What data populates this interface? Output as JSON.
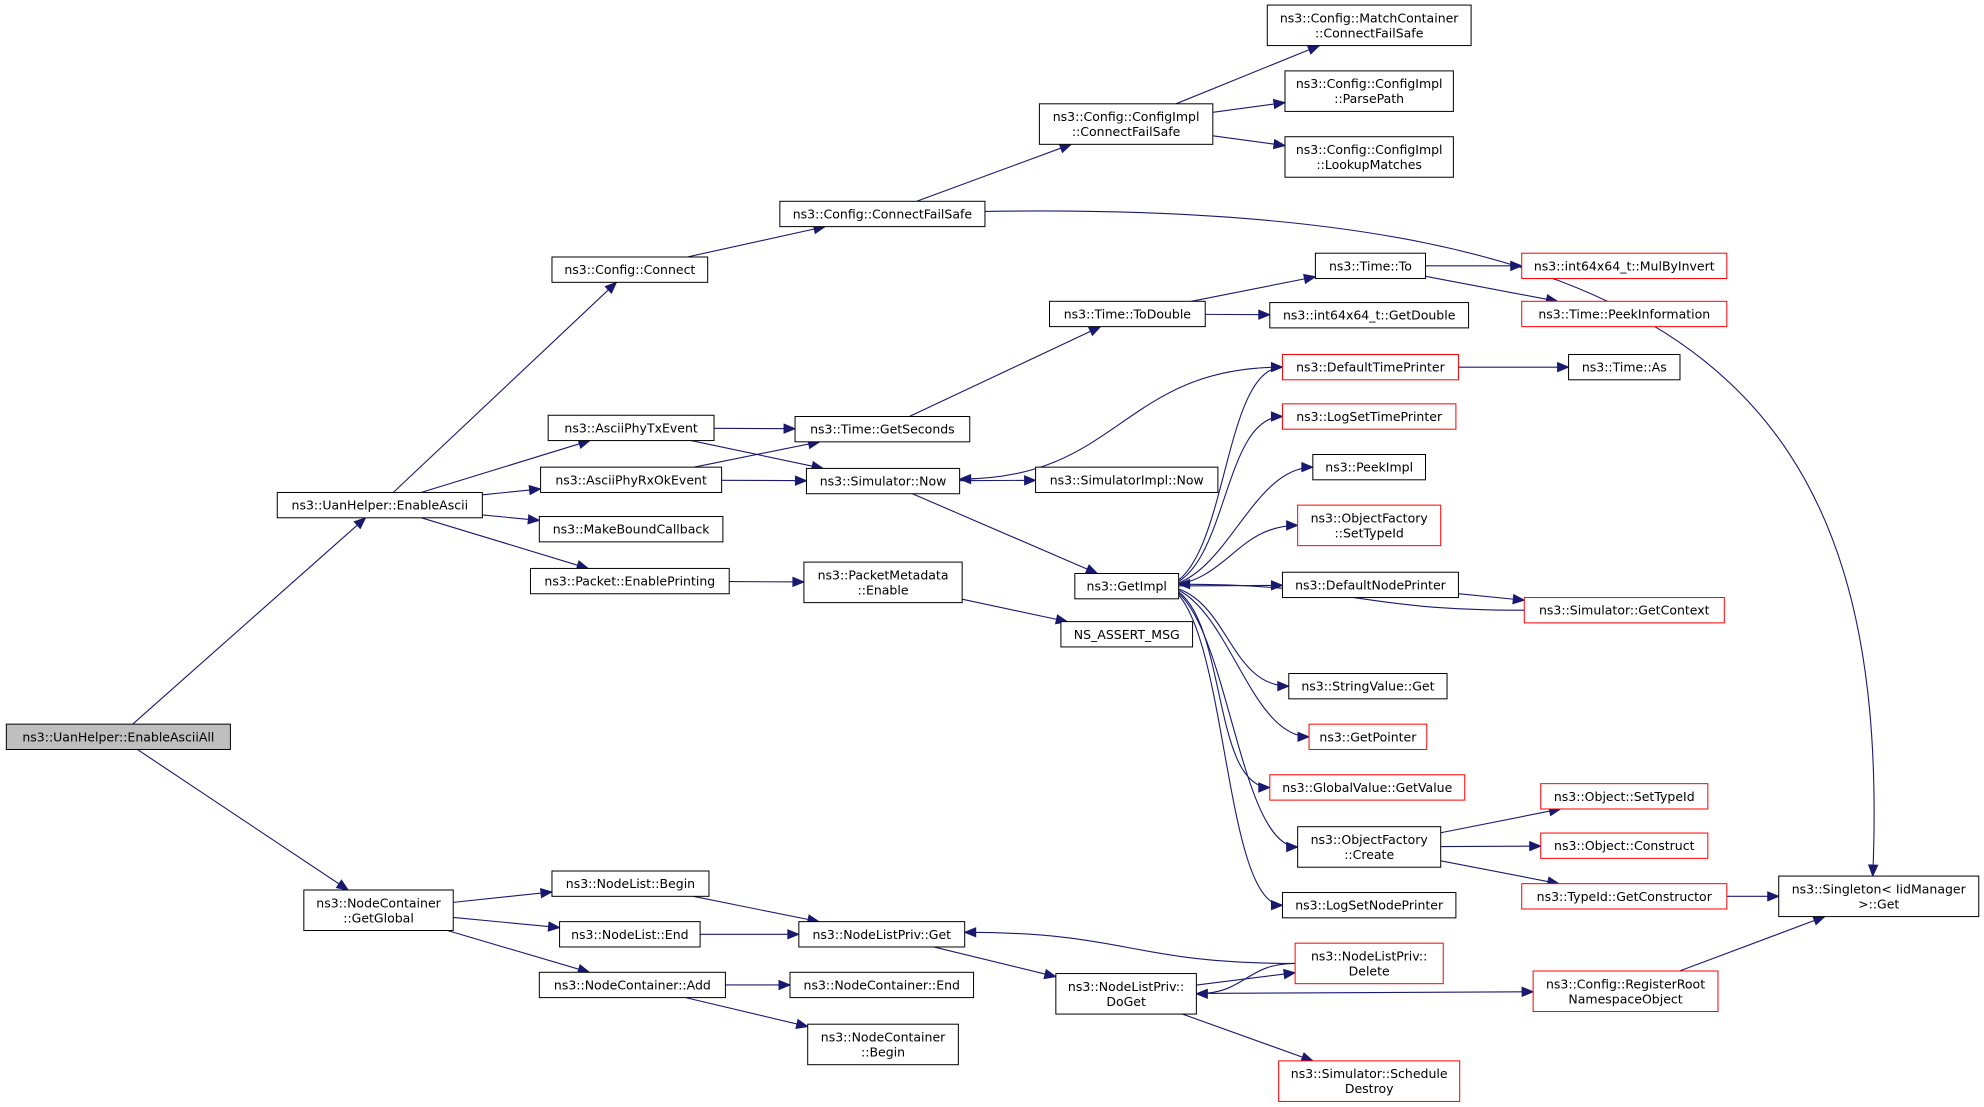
{
  "colors": {
    "edge": "#191970",
    "documented_border": "#000000",
    "undocumented_border": "#ff0000",
    "root_fill": "#bfbfbf",
    "node_fill": "#ffffff"
  },
  "nodes": [
    {
      "id": "enableAsciiAll",
      "lines": [
        "ns3::UanHelper::EnableAsciiAll"
      ],
      "kind": "root"
    },
    {
      "id": "enableAscii",
      "lines": [
        "ns3::UanHelper::EnableAscii"
      ],
      "kind": "normal"
    },
    {
      "id": "getGlobal",
      "lines": [
        "ns3::NodeContainer",
        "::GetGlobal"
      ],
      "kind": "normal"
    },
    {
      "id": "configConnect",
      "lines": [
        "ns3::Config::Connect"
      ],
      "kind": "normal"
    },
    {
      "id": "connectFailSafe",
      "lines": [
        "ns3::Config::ConnectFailSafe"
      ],
      "kind": "normal"
    },
    {
      "id": "implConnectFailSafe",
      "lines": [
        "ns3::Config::ConfigImpl",
        "::ConnectFailSafe"
      ],
      "kind": "normal"
    },
    {
      "id": "matchConnectFailSafe",
      "lines": [
        "ns3::Config::MatchContainer",
        "::ConnectFailSafe"
      ],
      "kind": "normal"
    },
    {
      "id": "parsePath",
      "lines": [
        "ns3::Config::ConfigImpl",
        "::ParsePath"
      ],
      "kind": "normal"
    },
    {
      "id": "lookupMatches",
      "lines": [
        "ns3::Config::ConfigImpl",
        "::LookupMatches"
      ],
      "kind": "normal"
    },
    {
      "id": "asciiTx",
      "lines": [
        "ns3::AsciiPhyTxEvent"
      ],
      "kind": "normal"
    },
    {
      "id": "asciiRx",
      "lines": [
        "ns3::AsciiPhyRxOkEvent"
      ],
      "kind": "normal"
    },
    {
      "id": "makeBound",
      "lines": [
        "ns3::MakeBoundCallback"
      ],
      "kind": "normal"
    },
    {
      "id": "enablePrinting",
      "lines": [
        "ns3::Packet::EnablePrinting"
      ],
      "kind": "normal"
    },
    {
      "id": "getSeconds",
      "lines": [
        "ns3::Time::GetSeconds"
      ],
      "kind": "normal"
    },
    {
      "id": "simNow",
      "lines": [
        "ns3::Simulator::Now"
      ],
      "kind": "normal"
    },
    {
      "id": "pmEnable",
      "lines": [
        "ns3::PacketMetadata",
        "::Enable"
      ],
      "kind": "normal"
    },
    {
      "id": "toDouble",
      "lines": [
        "ns3::Time::ToDouble"
      ],
      "kind": "normal"
    },
    {
      "id": "implNow",
      "lines": [
        "ns3::SimulatorImpl::Now"
      ],
      "kind": "normal"
    },
    {
      "id": "getImpl",
      "lines": [
        "ns3::GetImpl"
      ],
      "kind": "normal"
    },
    {
      "id": "assertMsg",
      "lines": [
        "NS_ASSERT_MSG"
      ],
      "kind": "normal"
    },
    {
      "id": "timeTo",
      "lines": [
        "ns3::Time::To"
      ],
      "kind": "normal"
    },
    {
      "id": "getDouble",
      "lines": [
        "ns3::int64x64_t::GetDouble"
      ],
      "kind": "normal"
    },
    {
      "id": "mulByInvert",
      "lines": [
        "ns3::int64x64_t::MulByInvert"
      ],
      "kind": "undoc"
    },
    {
      "id": "peekInfo",
      "lines": [
        "ns3::Time::PeekInformation"
      ],
      "kind": "undoc"
    },
    {
      "id": "defTimePrinter",
      "lines": [
        "ns3::DefaultTimePrinter"
      ],
      "kind": "undoc"
    },
    {
      "id": "timeAs",
      "lines": [
        "ns3::Time::As"
      ],
      "kind": "normal"
    },
    {
      "id": "logSetTime",
      "lines": [
        "ns3::LogSetTimePrinter"
      ],
      "kind": "undoc"
    },
    {
      "id": "peekImpl",
      "lines": [
        "ns3::PeekImpl"
      ],
      "kind": "normal"
    },
    {
      "id": "ofSetTypeId",
      "lines": [
        "ns3::ObjectFactory",
        "::SetTypeId"
      ],
      "kind": "undoc"
    },
    {
      "id": "defNodePrinter",
      "lines": [
        "ns3::DefaultNodePrinter"
      ],
      "kind": "normal"
    },
    {
      "id": "simGetContext",
      "lines": [
        "ns3::Simulator::GetContext"
      ],
      "kind": "undoc"
    },
    {
      "id": "stringGet",
      "lines": [
        "ns3::StringValue::Get"
      ],
      "kind": "normal"
    },
    {
      "id": "getPointer",
      "lines": [
        "ns3::GetPointer"
      ],
      "kind": "undoc"
    },
    {
      "id": "gvGetValue",
      "lines": [
        "ns3::GlobalValue::GetValue"
      ],
      "kind": "undoc"
    },
    {
      "id": "ofCreate",
      "lines": [
        "ns3::ObjectFactory",
        "::Create"
      ],
      "kind": "normal"
    },
    {
      "id": "logSetNode",
      "lines": [
        "ns3::LogSetNodePrinter"
      ],
      "kind": "normal"
    },
    {
      "id": "objSetTypeId",
      "lines": [
        "ns3::Object::SetTypeId"
      ],
      "kind": "undoc"
    },
    {
      "id": "objConstruct",
      "lines": [
        "ns3::Object::Construct"
      ],
      "kind": "undoc"
    },
    {
      "id": "getConstructor",
      "lines": [
        "ns3::TypeId::GetConstructor"
      ],
      "kind": "undoc"
    },
    {
      "id": "singleton",
      "lines": [
        "ns3::Singleton< IidManager",
        " >::Get"
      ],
      "kind": "normal"
    },
    {
      "id": "nlBegin",
      "lines": [
        "ns3::NodeList::Begin"
      ],
      "kind": "normal"
    },
    {
      "id": "nlEnd",
      "lines": [
        "ns3::NodeList::End"
      ],
      "kind": "normal"
    },
    {
      "id": "ncAdd",
      "lines": [
        "ns3::NodeContainer::Add"
      ],
      "kind": "normal"
    },
    {
      "id": "nlpGet",
      "lines": [
        "ns3::NodeListPriv::Get"
      ],
      "kind": "normal"
    },
    {
      "id": "ncEnd",
      "lines": [
        "ns3::NodeContainer::End"
      ],
      "kind": "normal"
    },
    {
      "id": "ncBegin",
      "lines": [
        "ns3::NodeContainer",
        "::Begin"
      ],
      "kind": "normal"
    },
    {
      "id": "nlpDoGet",
      "lines": [
        "ns3::NodeListPriv::",
        "DoGet"
      ],
      "kind": "normal"
    },
    {
      "id": "nlpDelete",
      "lines": [
        "ns3::NodeListPriv::",
        "Delete"
      ],
      "kind": "undoc"
    },
    {
      "id": "registerRoot",
      "lines": [
        "ns3::Config::RegisterRoot",
        "NamespaceObject"
      ],
      "kind": "undoc"
    },
    {
      "id": "scheduleDestroy",
      "lines": [
        "ns3::Simulator::Schedule",
        "Destroy"
      ],
      "kind": "undoc"
    }
  ],
  "edges": [
    [
      "enableAsciiAll",
      "enableAscii"
    ],
    [
      "enableAsciiAll",
      "getGlobal"
    ],
    [
      "enableAscii",
      "configConnect"
    ],
    [
      "enableAscii",
      "asciiTx"
    ],
    [
      "enableAscii",
      "asciiRx"
    ],
    [
      "enableAscii",
      "makeBound"
    ],
    [
      "enableAscii",
      "enablePrinting"
    ],
    [
      "configConnect",
      "connectFailSafe"
    ],
    [
      "connectFailSafe",
      "implConnectFailSafe"
    ],
    [
      "connectFailSafe",
      "singleton"
    ],
    [
      "implConnectFailSafe",
      "matchConnectFailSafe"
    ],
    [
      "implConnectFailSafe",
      "parsePath"
    ],
    [
      "implConnectFailSafe",
      "lookupMatches"
    ],
    [
      "asciiTx",
      "getSeconds"
    ],
    [
      "asciiTx",
      "simNow"
    ],
    [
      "asciiRx",
      "getSeconds"
    ],
    [
      "asciiRx",
      "simNow"
    ],
    [
      "enablePrinting",
      "pmEnable"
    ],
    [
      "pmEnable",
      "assertMsg"
    ],
    [
      "getSeconds",
      "toDouble"
    ],
    [
      "toDouble",
      "timeTo"
    ],
    [
      "toDouble",
      "getDouble"
    ],
    [
      "timeTo",
      "mulByInvert"
    ],
    [
      "timeTo",
      "peekInfo"
    ],
    [
      "simNow",
      "implNow"
    ],
    [
      "simNow",
      "getImpl"
    ],
    [
      "defTimePrinter",
      "simNow"
    ],
    [
      "defTimePrinter",
      "timeAs"
    ],
    [
      "getImpl",
      "defTimePrinter"
    ],
    [
      "getImpl",
      "logSetTime"
    ],
    [
      "getImpl",
      "peekImpl"
    ],
    [
      "getImpl",
      "ofSetTypeId"
    ],
    [
      "getImpl",
      "defNodePrinter"
    ],
    [
      "getImpl",
      "stringGet"
    ],
    [
      "getImpl",
      "getPointer"
    ],
    [
      "getImpl",
      "gvGetValue"
    ],
    [
      "getImpl",
      "ofCreate"
    ],
    [
      "getImpl",
      "logSetNode"
    ],
    [
      "defNodePrinter",
      "simGetContext"
    ],
    [
      "simGetContext",
      "getImpl"
    ],
    [
      "ofCreate",
      "objSetTypeId"
    ],
    [
      "ofCreate",
      "objConstruct"
    ],
    [
      "ofCreate",
      "getConstructor"
    ],
    [
      "getConstructor",
      "singleton"
    ],
    [
      "getGlobal",
      "nlBegin"
    ],
    [
      "getGlobal",
      "nlEnd"
    ],
    [
      "getGlobal",
      "ncAdd"
    ],
    [
      "nlBegin",
      "nlpGet"
    ],
    [
      "nlEnd",
      "nlpGet"
    ],
    [
      "ncAdd",
      "ncEnd"
    ],
    [
      "ncAdd",
      "ncBegin"
    ],
    [
      "nlpGet",
      "nlpDoGet"
    ],
    [
      "nlpDoGet",
      "nlpDelete"
    ],
    [
      "nlpDoGet",
      "registerRoot"
    ],
    [
      "nlpDoGet",
      "scheduleDestroy"
    ],
    [
      "nlpDelete",
      "nlpGet"
    ],
    [
      "nlpDelete",
      "nlpDoGet"
    ],
    [
      "registerRoot",
      "singleton"
    ]
  ]
}
